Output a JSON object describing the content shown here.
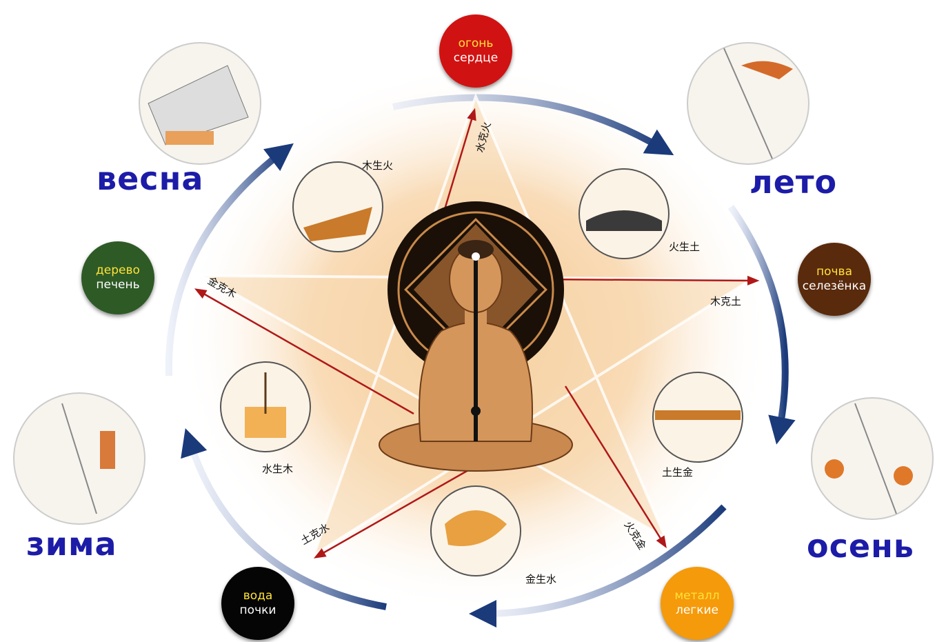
{
  "seasons": {
    "spring": "весна",
    "summer": "лето",
    "autumn": "осень",
    "winter": "зима"
  },
  "elements": {
    "fire": {
      "element": "огонь",
      "organ": "сердце",
      "bg": "#d11212",
      "element_color": "#ffe23a"
    },
    "earth": {
      "element": "почва",
      "organ": "селезёнка",
      "bg": "#5a2a0c",
      "element_color": "#ffe23a"
    },
    "metal": {
      "element": "металл",
      "organ": "легкие",
      "bg": "#f59a0a",
      "element_color": "#ffe23a"
    },
    "water": {
      "element": "вода",
      "organ": "почки",
      "bg": "#050505",
      "element_color": "#ffe23a"
    },
    "wood": {
      "element": "дерево",
      "organ": "печень",
      "bg": "#2e5a26",
      "element_color": "#ffe23a"
    }
  },
  "generating_labels": {
    "wood_fire": "木生火",
    "fire_earth": "火生土",
    "earth_metal": "土生金",
    "metal_water": "金生水",
    "water_wood": "水生木"
  },
  "controlling_labels": {
    "wood_earth": "木克土",
    "earth_water": "土克水",
    "water_fire": "水克火",
    "fire_metal": "火克金",
    "metal_wood": "金克木"
  },
  "colors": {
    "season_text": "#1c1ca8",
    "cycle_arrow": "#1a3a7a",
    "control_arrow": "#b01818",
    "star_fill": "#f7d9b0"
  },
  "icons": [
    "meditating-figure-icon",
    "bagua-halo-icon",
    "spring-scene-icon",
    "summer-scene-icon",
    "autumn-scene-icon",
    "winter-scene-icon"
  ]
}
